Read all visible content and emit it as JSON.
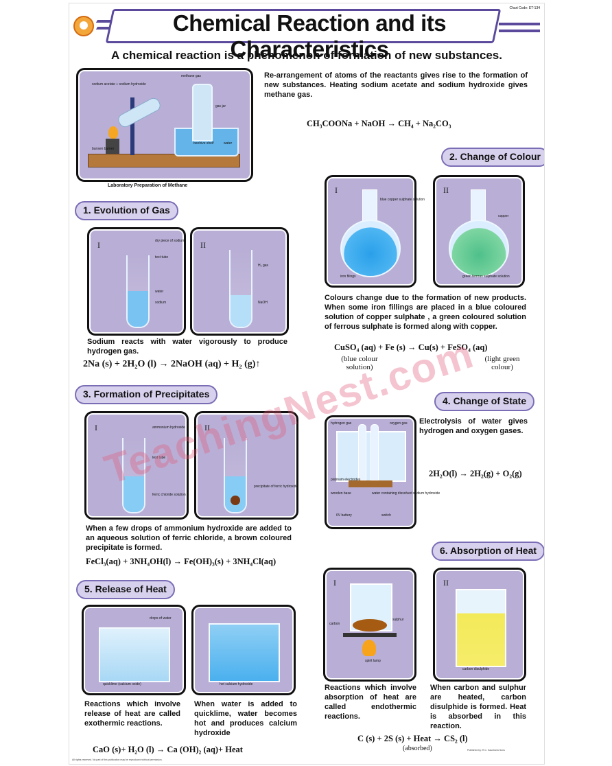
{
  "title": "Chemical Reaction and its Characteristics",
  "code": "Chart Code: ET-134",
  "subtitle": "A chemical reaction is a phenomenon of formation of new substances.",
  "intro": {
    "text": "Re-arrangement of atoms of the reactants gives rise to the formation of new substances. Heating sodium acetate and sodium hydroxide gives methane gas.",
    "equation": "CH₃COONa + NaOH → CH₄ + Na₂CO₃",
    "figure_caption": "Laboratory Preparation of Methane",
    "labels": {
      "reactants": "sodium acetate + sodium hydroxide",
      "gas": "methane gas",
      "jar": "gas jar",
      "water": "water",
      "shelf": "beehive shelf",
      "burner": "bunsen burner"
    }
  },
  "sections": {
    "gas": {
      "heading": "1. Evolution of Gas",
      "roman1": "I",
      "roman2": "II",
      "labels": {
        "piece": "dry piece of sodium",
        "tube": "test tube",
        "water": "water",
        "sodium": "sodium",
        "h2": "H₂ gas",
        "naoh": "NaOH"
      },
      "text": "Sodium reacts with water vigorously to produce hydrogen gas.",
      "equation": "2Na (s) + 2H₂O (l) → 2NaOH (aq) + H₂ (g)↑"
    },
    "colour": {
      "heading": "2. Change of Colour",
      "roman1": "I",
      "roman2": "II",
      "labels": {
        "blue": "blue copper sulphate solution",
        "iron": "iron filings",
        "copper": "copper",
        "green": "green ferrous sulphate solution"
      },
      "text": "Colours change due to the formation of new products. When some iron fillings are placed in a blue coloured solution of copper sulphate , a green coloured solution of ferrous sulphate is formed along with copper.",
      "equation": "CuSO₄ (aq) + Fe (s) → Cu(s) + FeSO₄ (aq)",
      "note1": "(blue colour solution)",
      "note2": "(light green colour)"
    },
    "precip": {
      "heading": "3. Formation of Precipitates",
      "roman1": "I",
      "roman2": "II",
      "labels": {
        "amm": "ammonium hydroxide",
        "tube": "test tube",
        "ferric": "ferric chloride solution",
        "ppt": "precipitate of ferric hydroxide"
      },
      "text": "When a few drops of ammonium hydroxide are added to an aqueous solution of ferric chloride, a brown coloured precipitate is formed.",
      "equation": "FeCl₃(aq) + 3NH₄OH(l) → Fe(OH)₃(s) + 3NH₄Cl(aq)"
    },
    "state": {
      "heading": "4. Change of State",
      "labels": {
        "h": "hydrogen gas",
        "o": "oxygen gas",
        "pt": "platinum electrodes",
        "base": "wooden base",
        "water": "water containing dissolved sodium hydroxide",
        "battery": "6V battery",
        "switch": "switch"
      },
      "text": "Electrolysis of water gives hydrogen and oxygen gases.",
      "equation": "2H₂O(l) → 2H₂(g) + O₂(g)"
    },
    "release": {
      "heading": "5. Release of Heat",
      "labels": {
        "drops": "drops of water",
        "quick": "quicklime (calcium oxide)",
        "hot": "hot calcium hydroxide"
      },
      "text1": "Reactions which involve release of heat are called exothermic reactions.",
      "text2": "When water is added to quicklime, water becomes hot and produces calcium hydroxide",
      "equation": "CaO (s)+ H₂O (l) → Ca (OH)₂ (aq)+ Heat"
    },
    "absorb": {
      "heading": "6. Absorption of Heat",
      "roman1": "I",
      "roman2": "II",
      "labels": {
        "carbon": "carbon",
        "sulphur": "sulphur",
        "lamp": "spirit lamp",
        "cs2": "carbon disulphide"
      },
      "text1": "Reactions which involve absorption of heat are called endothermic reactions.",
      "text2": "When carbon and sulphur are heated, carbon disulphide is formed. Heat is absorbed in this reaction.",
      "equation": "C (s) + 2S (s) + Heat → CS₂ (l)",
      "note": "(absorbed)"
    }
  },
  "watermark": "TeachingNest.com",
  "footer_left": "All rights reserved. No part of this publication may be reproduced without permission.",
  "footer_right": "Published by: R.C. Kaushal & Sons"
}
